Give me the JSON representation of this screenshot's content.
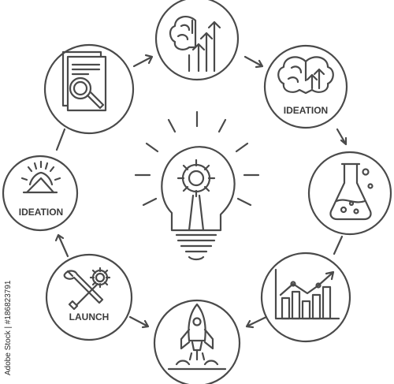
{
  "diagram": {
    "stroke_color": "#4a4a4a",
    "background": "#ffffff",
    "nodes": [
      {
        "icon": "brain-growth-arrows-icon",
        "label": ""
      },
      {
        "icon": "brain-ideation-icon",
        "label": "IDEATION"
      },
      {
        "icon": "lab-flask-icon",
        "label": ""
      },
      {
        "icon": "growth-bar-chart-icon",
        "label": ""
      },
      {
        "icon": "rocket-launch-icon",
        "label": ""
      },
      {
        "icon": "wrench-gear-icon",
        "label": "LAUNCH"
      },
      {
        "icon": "sunrise-house-icon",
        "label": "IDEATION"
      },
      {
        "icon": "document-magnifier-icon",
        "label": ""
      }
    ],
    "center": {
      "icon": "lightbulb-gear-icon"
    }
  },
  "watermark": {
    "vertical_id": "Adobe Stock | #186823791"
  }
}
